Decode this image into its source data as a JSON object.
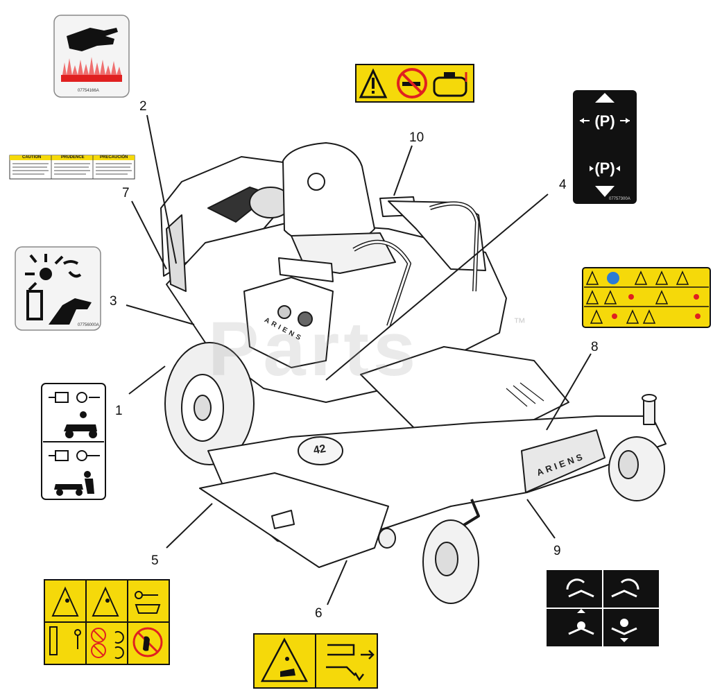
{
  "callouts": {
    "c1": "1",
    "c2": "2",
    "c3": "3",
    "c4": "4",
    "c5": "5",
    "c6": "6",
    "c7": "7",
    "c8": "8",
    "c9": "9",
    "c10": "10"
  },
  "decal_codes": {
    "hot_surface": "07754166A",
    "thrown_objects": "07756000A",
    "parking_brake": "07757300A"
  },
  "caution_label_headers": [
    "CAUTION",
    "PRUDENCE",
    "PRECAUCIÓN"
  ],
  "mower": {
    "brand": "ARIENS",
    "deck_brand": "ARIENS",
    "deck_size": "42"
  },
  "watermark": {
    "text": "Parts",
    "tm": "™"
  },
  "colors": {
    "decal_yellow": "#f5d90a",
    "decal_black": "#111111",
    "hot_red": "#e02020",
    "line": "#1a1a1a"
  },
  "icons": [
    "hot-surface-icon",
    "warning-triangle-icon",
    "no-smoking-icon",
    "fuel-can-icon",
    "parking-brake-icon",
    "thrown-objects-icon",
    "hand-icon",
    "steering-direction-icon"
  ]
}
